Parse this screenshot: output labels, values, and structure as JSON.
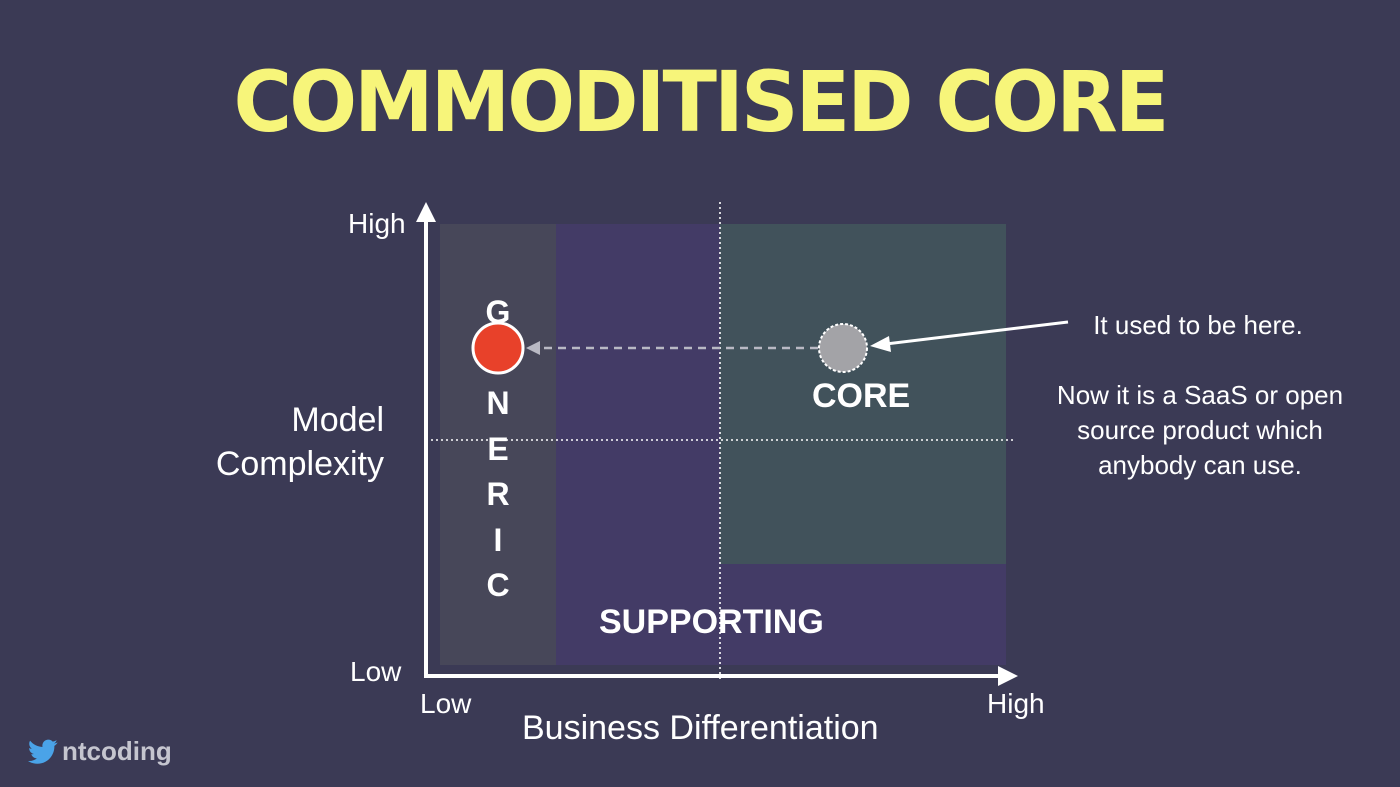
{
  "title": "COMMODITISED CORE",
  "regions": {
    "generic": [
      "G",
      "E",
      "N",
      "E",
      "R",
      "I",
      "C"
    ],
    "supporting": "SUPPORTING",
    "core": "CORE"
  },
  "y_axis": {
    "label_line1": "Model",
    "label_line2": "Complexity",
    "high": "High",
    "low": "Low"
  },
  "x_axis": {
    "label": "Business Differentiation",
    "low": "Low",
    "high": "High"
  },
  "annotations": {
    "old_position": "It used to be here.",
    "new_line1": "Now it is a SaaS or open",
    "new_line2": "source product which",
    "new_line3": "anybody can use."
  },
  "colors": {
    "background": "#3b3a55",
    "title": "#f7f57a",
    "generic_region": "#474759",
    "supporting_region": "#433b66",
    "core_region": "#41525b",
    "new_position_marker": "#e8412a",
    "old_position_marker": "#a3a3a7"
  },
  "footer": {
    "icon": "twitter-bird-icon",
    "handle": "ntcoding"
  }
}
